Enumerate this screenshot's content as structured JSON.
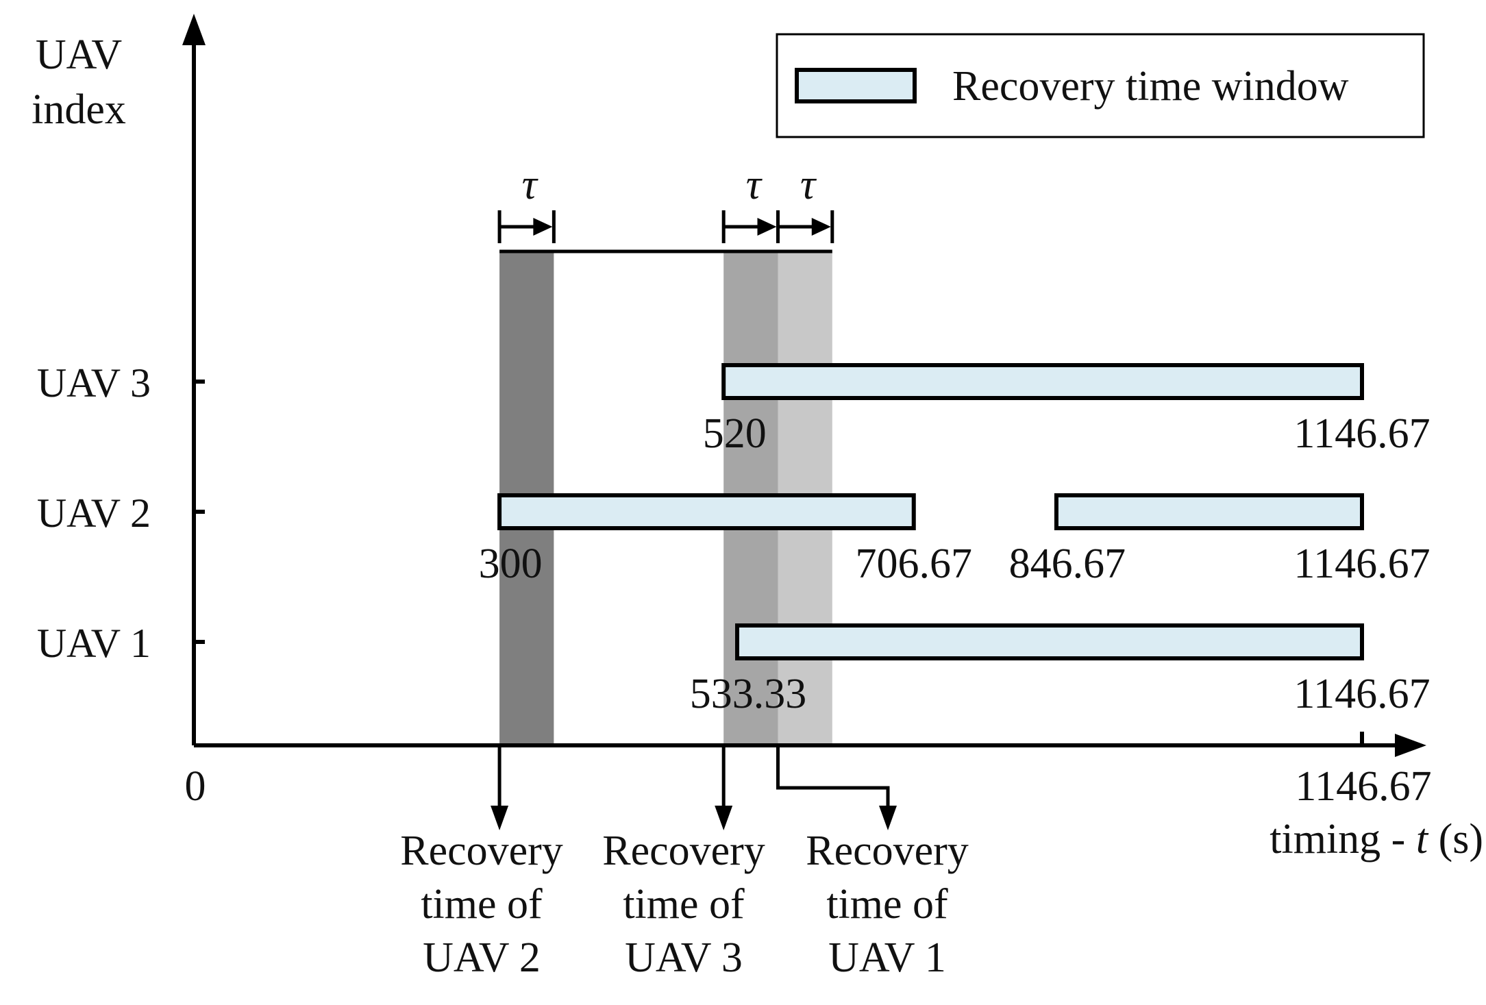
{
  "chart_data": {
    "type": "gantt",
    "y_axis_title": [
      "UAV",
      "index"
    ],
    "x_axis_title": {
      "prefix": "timing - ",
      "var": "t",
      "suffix": " (s)"
    },
    "x_origin_label": "0",
    "x_end_label": "1146.67",
    "xlim": [
      0,
      1146.67
    ],
    "tau": 53.33,
    "tau_label": "τ",
    "legend": {
      "label": "Recovery time window",
      "position": "top-right"
    },
    "window_color": "#dbecf3",
    "uavs": [
      {
        "name": "UAV 3",
        "windows": [
          {
            "start": 520,
            "end": 1146.67,
            "start_label": "520",
            "end_label": "1146.67"
          }
        ]
      },
      {
        "name": "UAV 2",
        "windows": [
          {
            "start": 300,
            "end": 706.67,
            "start_label": "300",
            "end_label": "706.67"
          },
          {
            "start": 846.67,
            "end": 1146.67,
            "start_label": "846.67",
            "end_label": "1146.67"
          }
        ]
      },
      {
        "name": "UAV 1",
        "windows": [
          {
            "start": 533.33,
            "end": 1146.67,
            "start_label": "533.33",
            "end_label": "1146.67"
          }
        ]
      }
    ],
    "recovery_bands": [
      {
        "start": 300,
        "color": "#7f7f7f",
        "lines": [
          "Recovery",
          "time of",
          "UAV 2"
        ]
      },
      {
        "start": 520,
        "color": "#a6a6a6",
        "lines": [
          "Recovery",
          "time of",
          "UAV 3"
        ]
      },
      {
        "start": 573.33,
        "color": "#c8c8c8",
        "lines": [
          "Recovery",
          "time of",
          "UAV 1"
        ]
      }
    ]
  }
}
